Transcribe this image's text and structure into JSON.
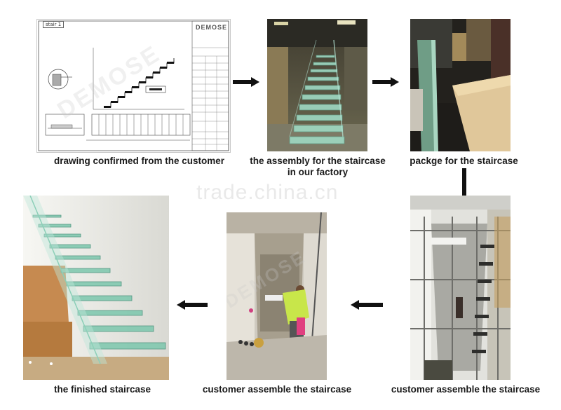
{
  "steps": {
    "drawing": {
      "caption": "drawing confirmed from the customer",
      "sheet_label": "stair 1",
      "logo_text": "DEMOSE"
    },
    "factory_assembly": {
      "caption_line1": "the assembly for the staircase",
      "caption_line2": "in our factory"
    },
    "package": {
      "caption": "packge for the staircase"
    },
    "customer_assembly_1": {
      "caption": "customer assemble the staircase"
    },
    "customer_assembly_2": {
      "caption": "customer assemble the staircase"
    },
    "finished": {
      "caption": "the finished staircase"
    }
  },
  "watermark": {
    "text": "trade.china.cn"
  },
  "brand_watermark": {
    "text": "DEMOSE"
  },
  "colors": {
    "arrow": "#111111",
    "glass": "#9fd7c4",
    "concrete": "#d9d4cb"
  }
}
